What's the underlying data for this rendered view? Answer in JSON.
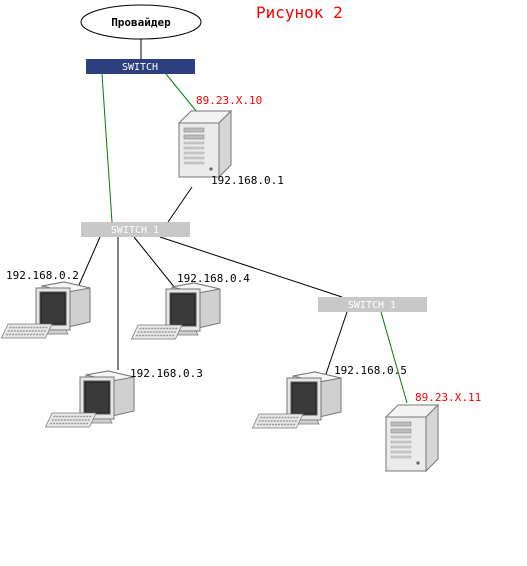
{
  "title": "Рисунок 2",
  "provider": "Провайдер",
  "switch_main": "SWITCH",
  "switch_1": "SWITCH 1",
  "switch_2": "SWITCH 1",
  "ip_server_top_ext": "89.23.X.10",
  "ip_server_top_int": "192.168.0.1",
  "ip_pc1": "192.168.0.2",
  "ip_pc2": "192.168.0.3",
  "ip_pc3": "192.168.0.4",
  "ip_pc4": "192.168.0.5",
  "ip_server_bottom_ext": "89.23.X.11",
  "colors": {
    "external_link": "#008000",
    "internal_link": "#000000",
    "switch_main_fill": "#2e3f7f",
    "switch_fill": "#c8c8c8",
    "ip_external": "#ff0000",
    "title": "#ff0000"
  },
  "icons": [
    "server-icon",
    "computer-icon"
  ]
}
